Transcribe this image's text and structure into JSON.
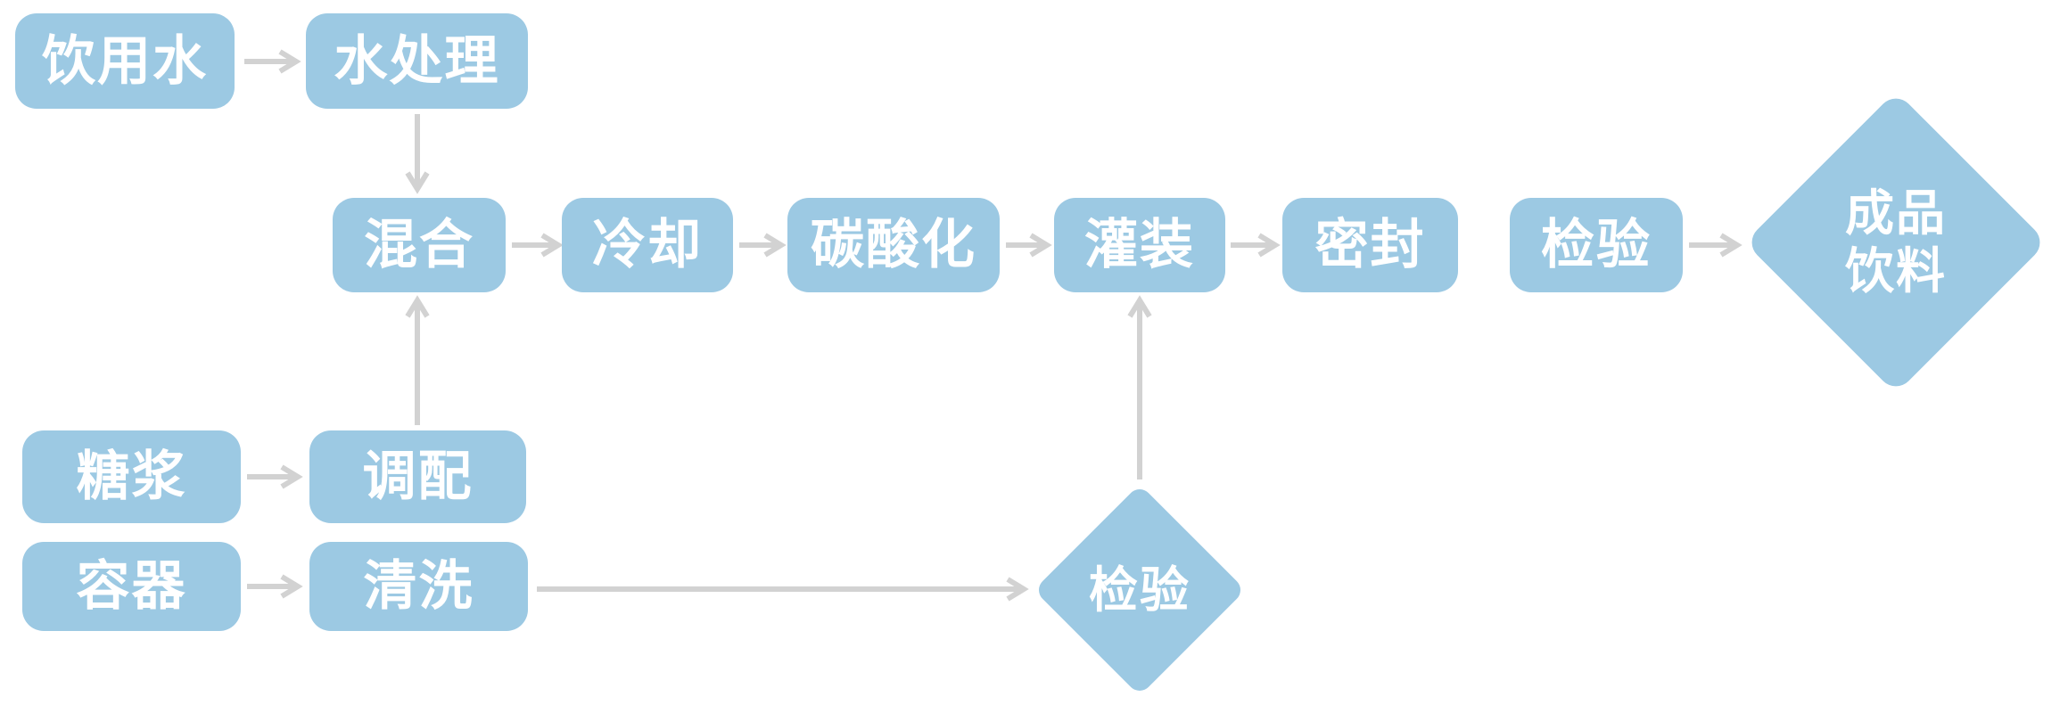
{
  "figure": {
    "background_color": "#ffffff",
    "node_fill_color": "#9cc9e3",
    "node_text_color": "#ffffff",
    "arrow_color": "#d2d2d2"
  },
  "diagram": {
    "type": "flowchart",
    "title": "",
    "nodes": [
      {
        "id": "drinking-water",
        "label": "饮用水",
        "shape": "rect"
      },
      {
        "id": "water-treatment",
        "label": "水处理",
        "shape": "rect"
      },
      {
        "id": "mixing",
        "label": "混合",
        "shape": "rect"
      },
      {
        "id": "cooling",
        "label": "冷却",
        "shape": "rect"
      },
      {
        "id": "carbonation",
        "label": "碳酸化",
        "shape": "rect"
      },
      {
        "id": "filling",
        "label": "灌装",
        "shape": "rect"
      },
      {
        "id": "sealing",
        "label": "密封",
        "shape": "rect"
      },
      {
        "id": "inspection",
        "label": "检验",
        "shape": "rect"
      },
      {
        "id": "finished-beverage",
        "label": "成品饮料",
        "line1": "成品",
        "line2": "饮料",
        "shape": "diamond"
      },
      {
        "id": "syrup",
        "label": "糖浆",
        "shape": "rect"
      },
      {
        "id": "blending",
        "label": "调配",
        "shape": "rect"
      },
      {
        "id": "container",
        "label": "容器",
        "shape": "rect"
      },
      {
        "id": "washing",
        "label": "清洗",
        "shape": "rect"
      },
      {
        "id": "container-inspection",
        "label": "检验",
        "shape": "diamond"
      }
    ],
    "edges": [
      {
        "from": "drinking-water",
        "to": "water-treatment",
        "direction": "right"
      },
      {
        "from": "water-treatment",
        "to": "mixing",
        "direction": "down"
      },
      {
        "from": "mixing",
        "to": "cooling",
        "direction": "right"
      },
      {
        "from": "cooling",
        "to": "carbonation",
        "direction": "right"
      },
      {
        "from": "carbonation",
        "to": "filling",
        "direction": "right"
      },
      {
        "from": "filling",
        "to": "sealing",
        "direction": "right"
      },
      {
        "from": "inspection",
        "to": "finished-beverage",
        "direction": "right"
      },
      {
        "from": "syrup",
        "to": "blending",
        "direction": "right"
      },
      {
        "from": "blending",
        "to": "mixing",
        "direction": "up"
      },
      {
        "from": "container",
        "to": "washing",
        "direction": "right"
      },
      {
        "from": "washing",
        "to": "container-inspection",
        "direction": "right"
      },
      {
        "from": "container-inspection",
        "to": "filling",
        "direction": "up"
      }
    ]
  }
}
